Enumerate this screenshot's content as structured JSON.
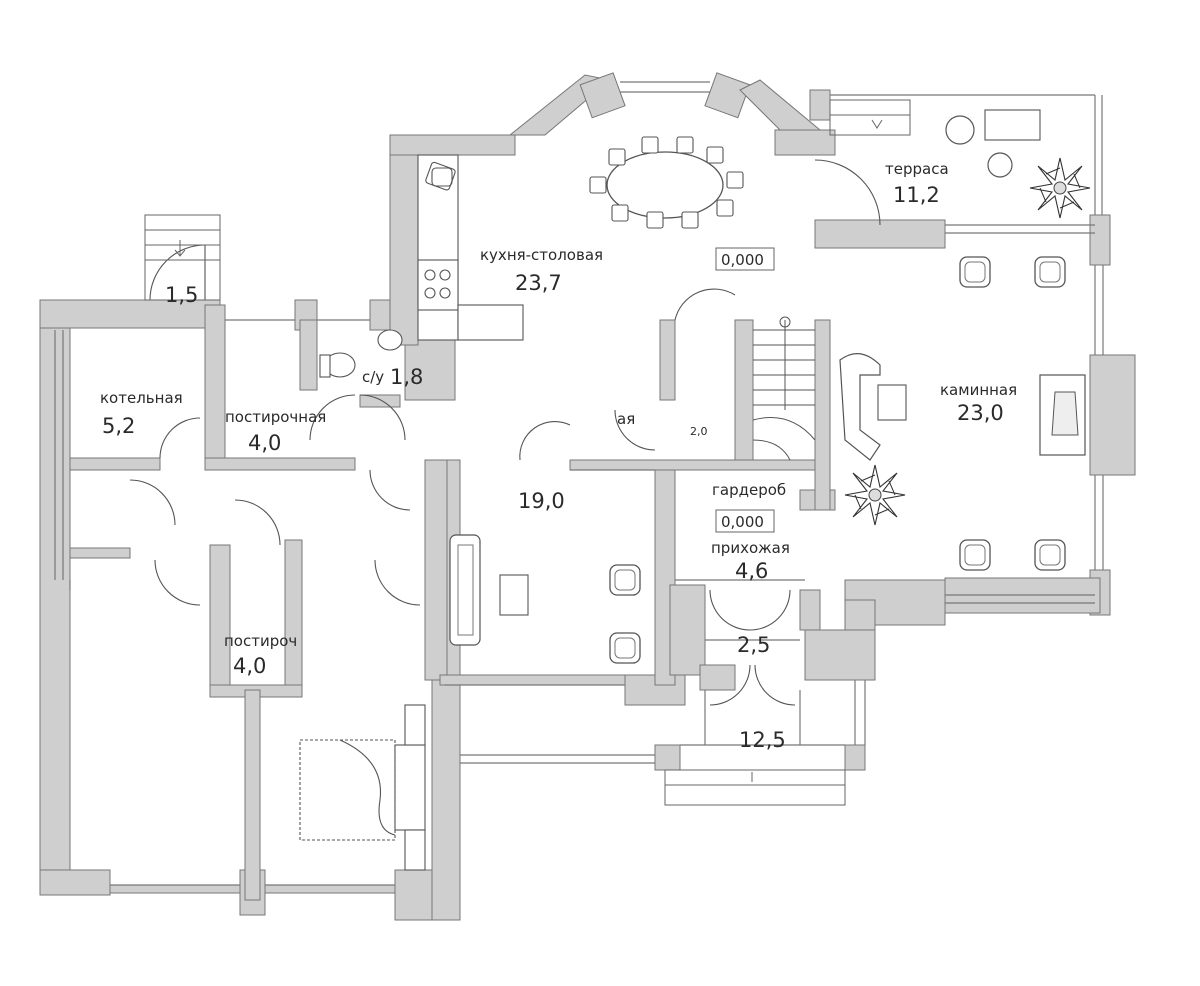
{
  "rooms": {
    "terrace": {
      "name": "терраса",
      "area": "11,2"
    },
    "kitchen": {
      "name": "кухня-столовая",
      "area": "23,7"
    },
    "fireplace": {
      "name": "каминная",
      "area": "23,0"
    },
    "porch_step": {
      "area": "1,5"
    },
    "boiler": {
      "name": "котельная",
      "area": "5,2"
    },
    "laundry": {
      "name": "постирочная",
      "area": "4,0"
    },
    "wc": {
      "name": "с/у",
      "area": "1,8"
    },
    "closet_small": {
      "name": "ая",
      "area": "2,0"
    },
    "hall": {
      "area": "19,0"
    },
    "wardrobe": {
      "name": "гардероб"
    },
    "entrance": {
      "name": "прихожая",
      "area": "4,6"
    },
    "vestibule": {
      "area": "2,5"
    },
    "laundry2": {
      "name": "постироч",
      "area": "4,0"
    },
    "porch": {
      "area": "12,5"
    }
  },
  "levels": {
    "kitchen_level": "0,000",
    "entrance_level": "0,000"
  }
}
